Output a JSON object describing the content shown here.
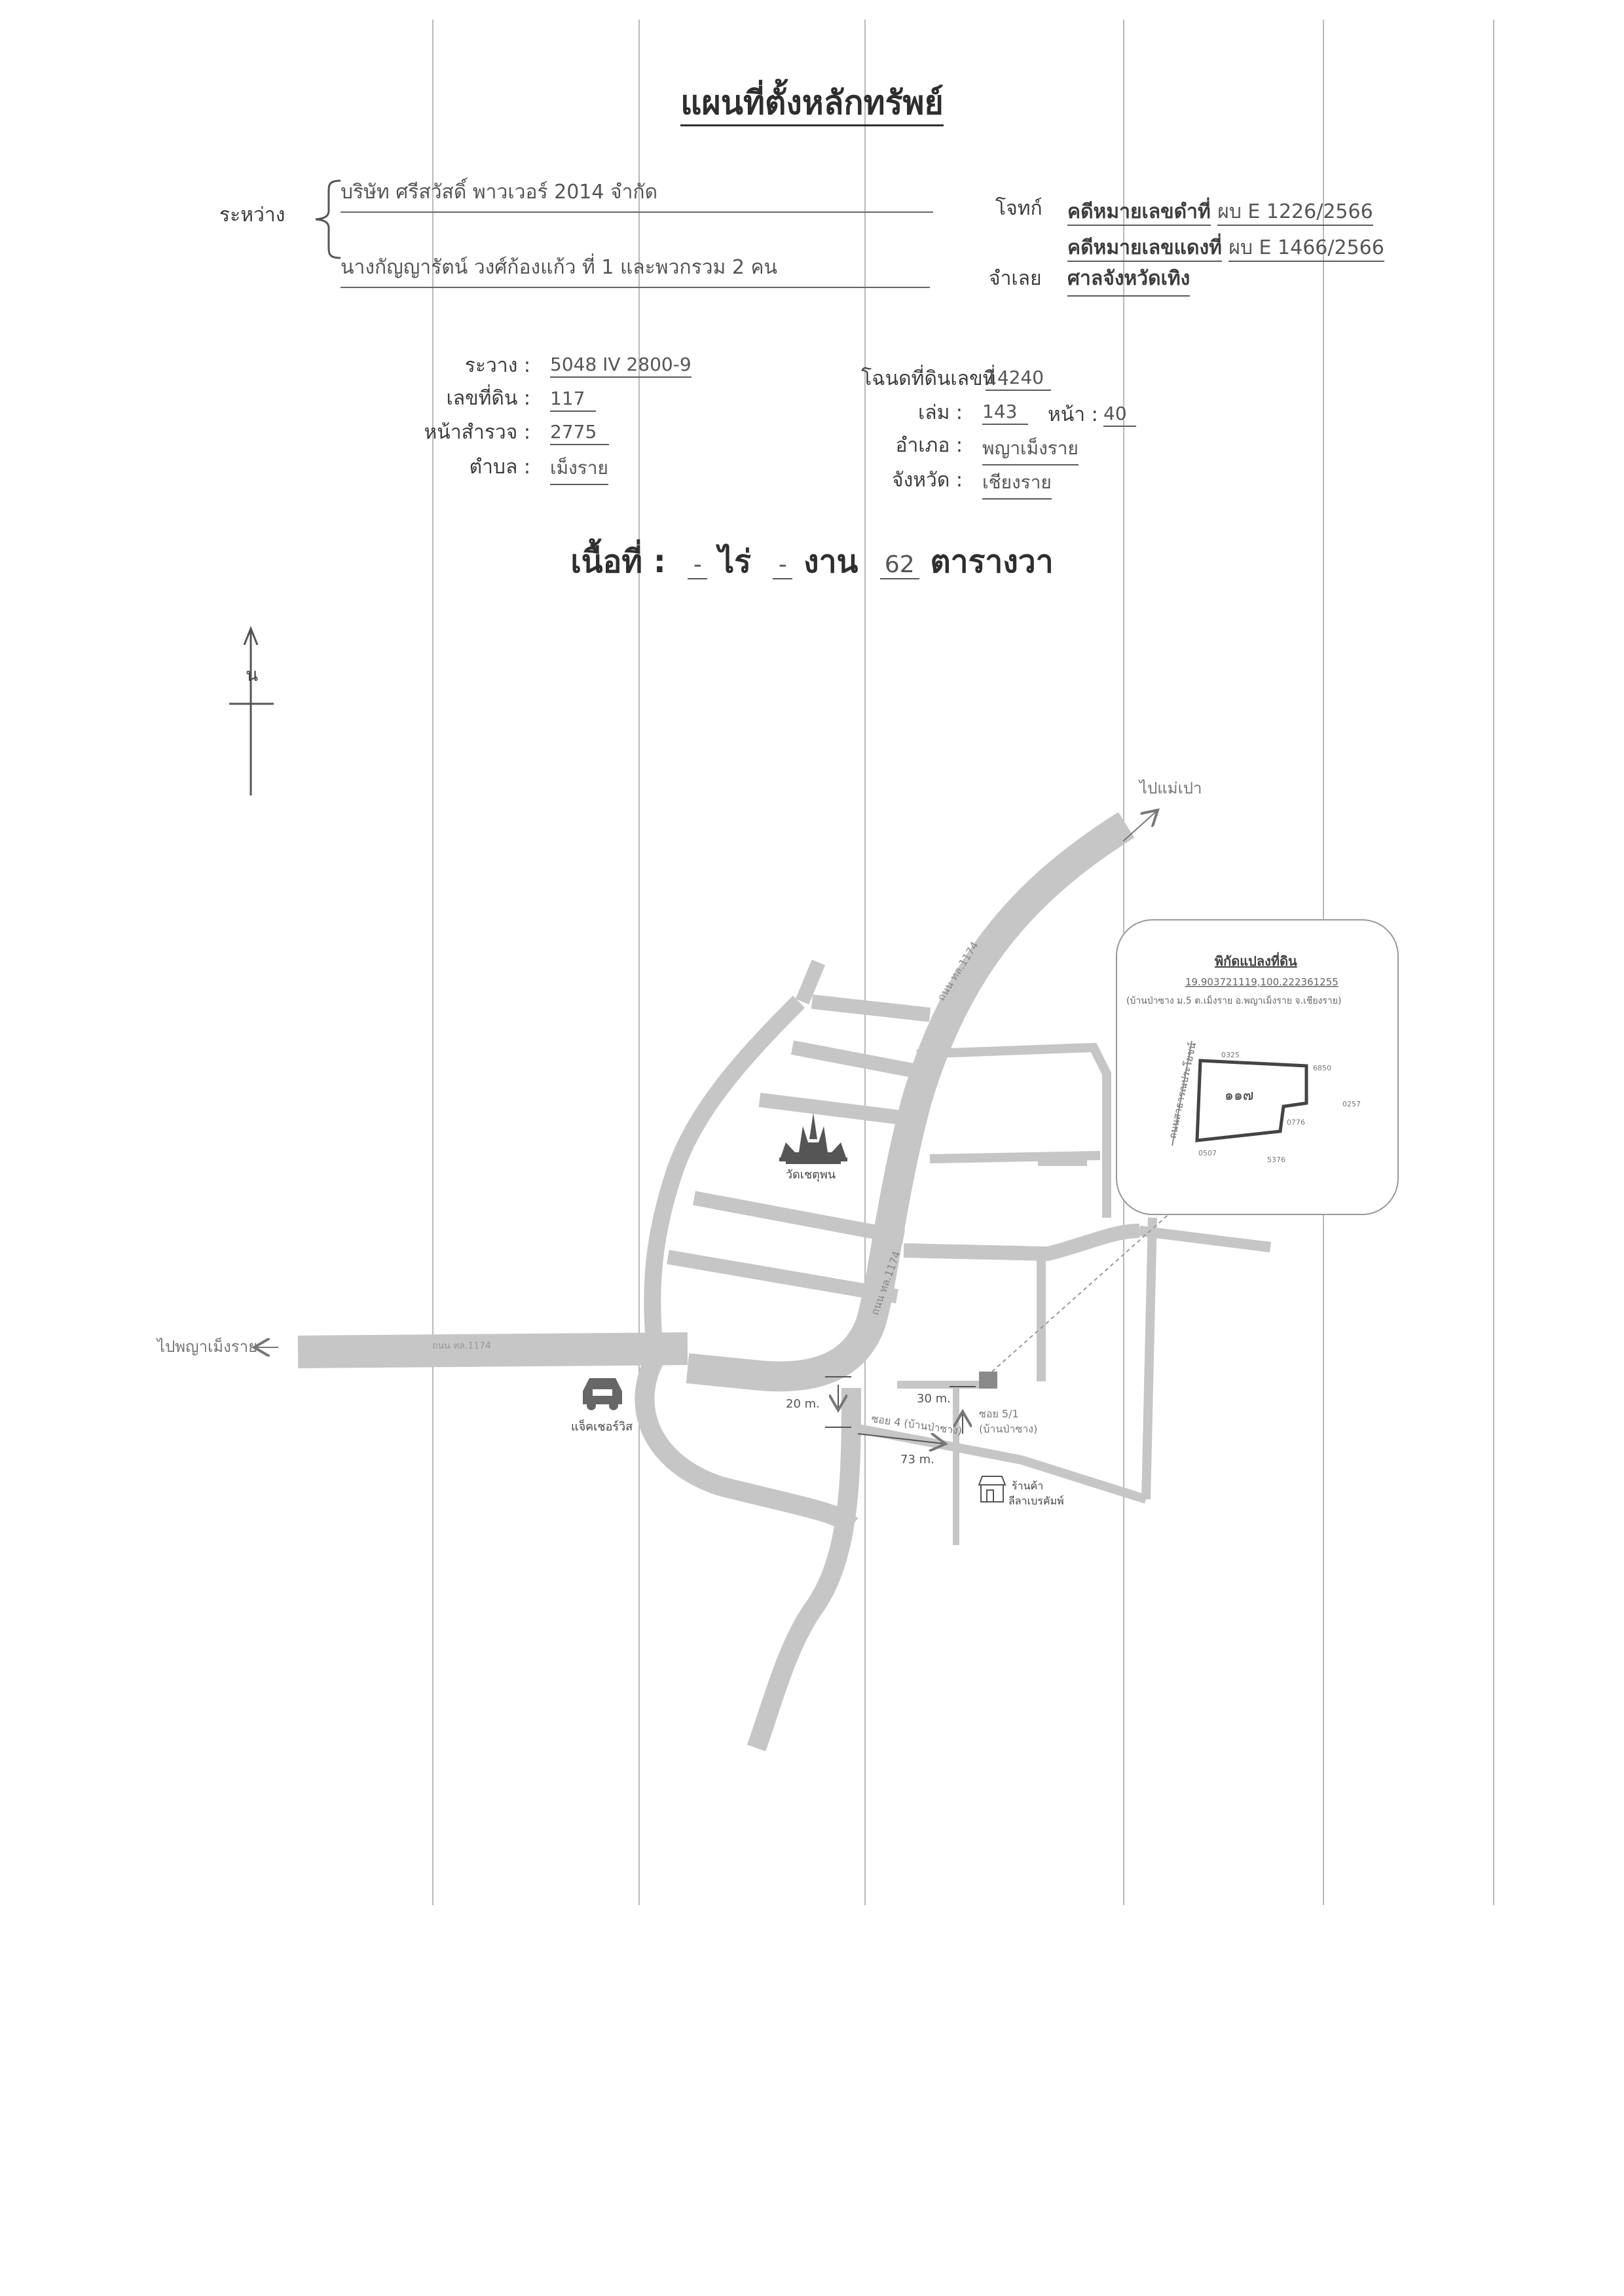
{
  "title": "แผนที่ตั้งหลักทรัพย์",
  "parties": {
    "between_label": "ระหว่าง",
    "plaintiff_name": "บริษัท ศรีสวัสดิ์ พาวเวอร์ 2014 จำกัด",
    "defendant_name": "นางกัญญารัตน์  วงศ์ก้องแก้ว  ที่ 1   และพวกรวม 2 คน",
    "plaintiff_label": "โจทก์",
    "defendant_label": "จำเลย",
    "black_case_label": "คดีหมายเลขดำที่",
    "black_case_value": "ผบ E 1226/2566",
    "red_case_label": "คดีหมายเลขแดงที่",
    "red_case_value": "ผบ E 1466/2566",
    "court": "ศาลจังหวัดเทิง"
  },
  "deed_info": {
    "sheet_label": "ระวาง :",
    "sheet_value": "5048 IV 2800-9",
    "parcel_label": "เลขที่ดิน :",
    "parcel_value": "117",
    "survey_label": "หน้าสำรวจ :",
    "survey_value": "2775",
    "subdistrict_label": "ตำบล :",
    "subdistrict_value": "เม็งราย",
    "deed_no_label": "โฉนดที่ดินเลขที่ :",
    "deed_no_value": "14240",
    "book_label": "เล่ม :",
    "book_value": "143",
    "page_label": "หน้า :",
    "page_value": "40",
    "district_label": "อำเภอ :",
    "district_value": "พญาเม็งราย",
    "province_label": "จังหวัด :",
    "province_value": "เชียงราย"
  },
  "area_line": {
    "prefix": "เนื้อที่ :",
    "rai_value": "-",
    "rai_unit": "ไร่",
    "ngan_value": "-",
    "ngan_unit": "งาน",
    "wa_value": "62",
    "wa_unit": "ตารางวา"
  },
  "map": {
    "north_label": "น",
    "to_mae_pao": "ไปแม่เปา",
    "to_phaya_mengrai": "ไปพญาเม็งราย",
    "road_label_1": "ถนน ทล.1174",
    "road_label_2": "ถนน ทล.1174",
    "road_label_3": "ถนน ทล.1174",
    "soi_4": "ซอย 4 (บ้านป่าซาง)",
    "soi_5": "ซอย 5/1",
    "soi_5_sub": "(บ้านป่าซาง)",
    "temple": "วัดเชตุพน",
    "car_care": "แจ็คเชอร์วิส",
    "shop": "ร้านค้า",
    "shop_sub": "ลีลาเบรคัมพ์",
    "dist_20": "20 m.",
    "dist_30": "30 m.",
    "dist_73": "73 m.",
    "inset_title": "พิกัดแปลงที่ดิน",
    "inset_coords": "19.903721119,100.222361255",
    "inset_address": "(บ้านป่าซาง  ม.5  ต.เม็งราย  อ.พญาเม็งราย  จ.เชียงราย)",
    "inset_road": "ถนนสาธารณประโยชน์",
    "inset_parcel": "๑๑๗",
    "inset_labels": [
      "0325",
      "6850",
      "0257",
      "0776",
      "0507",
      "5376"
    ]
  }
}
